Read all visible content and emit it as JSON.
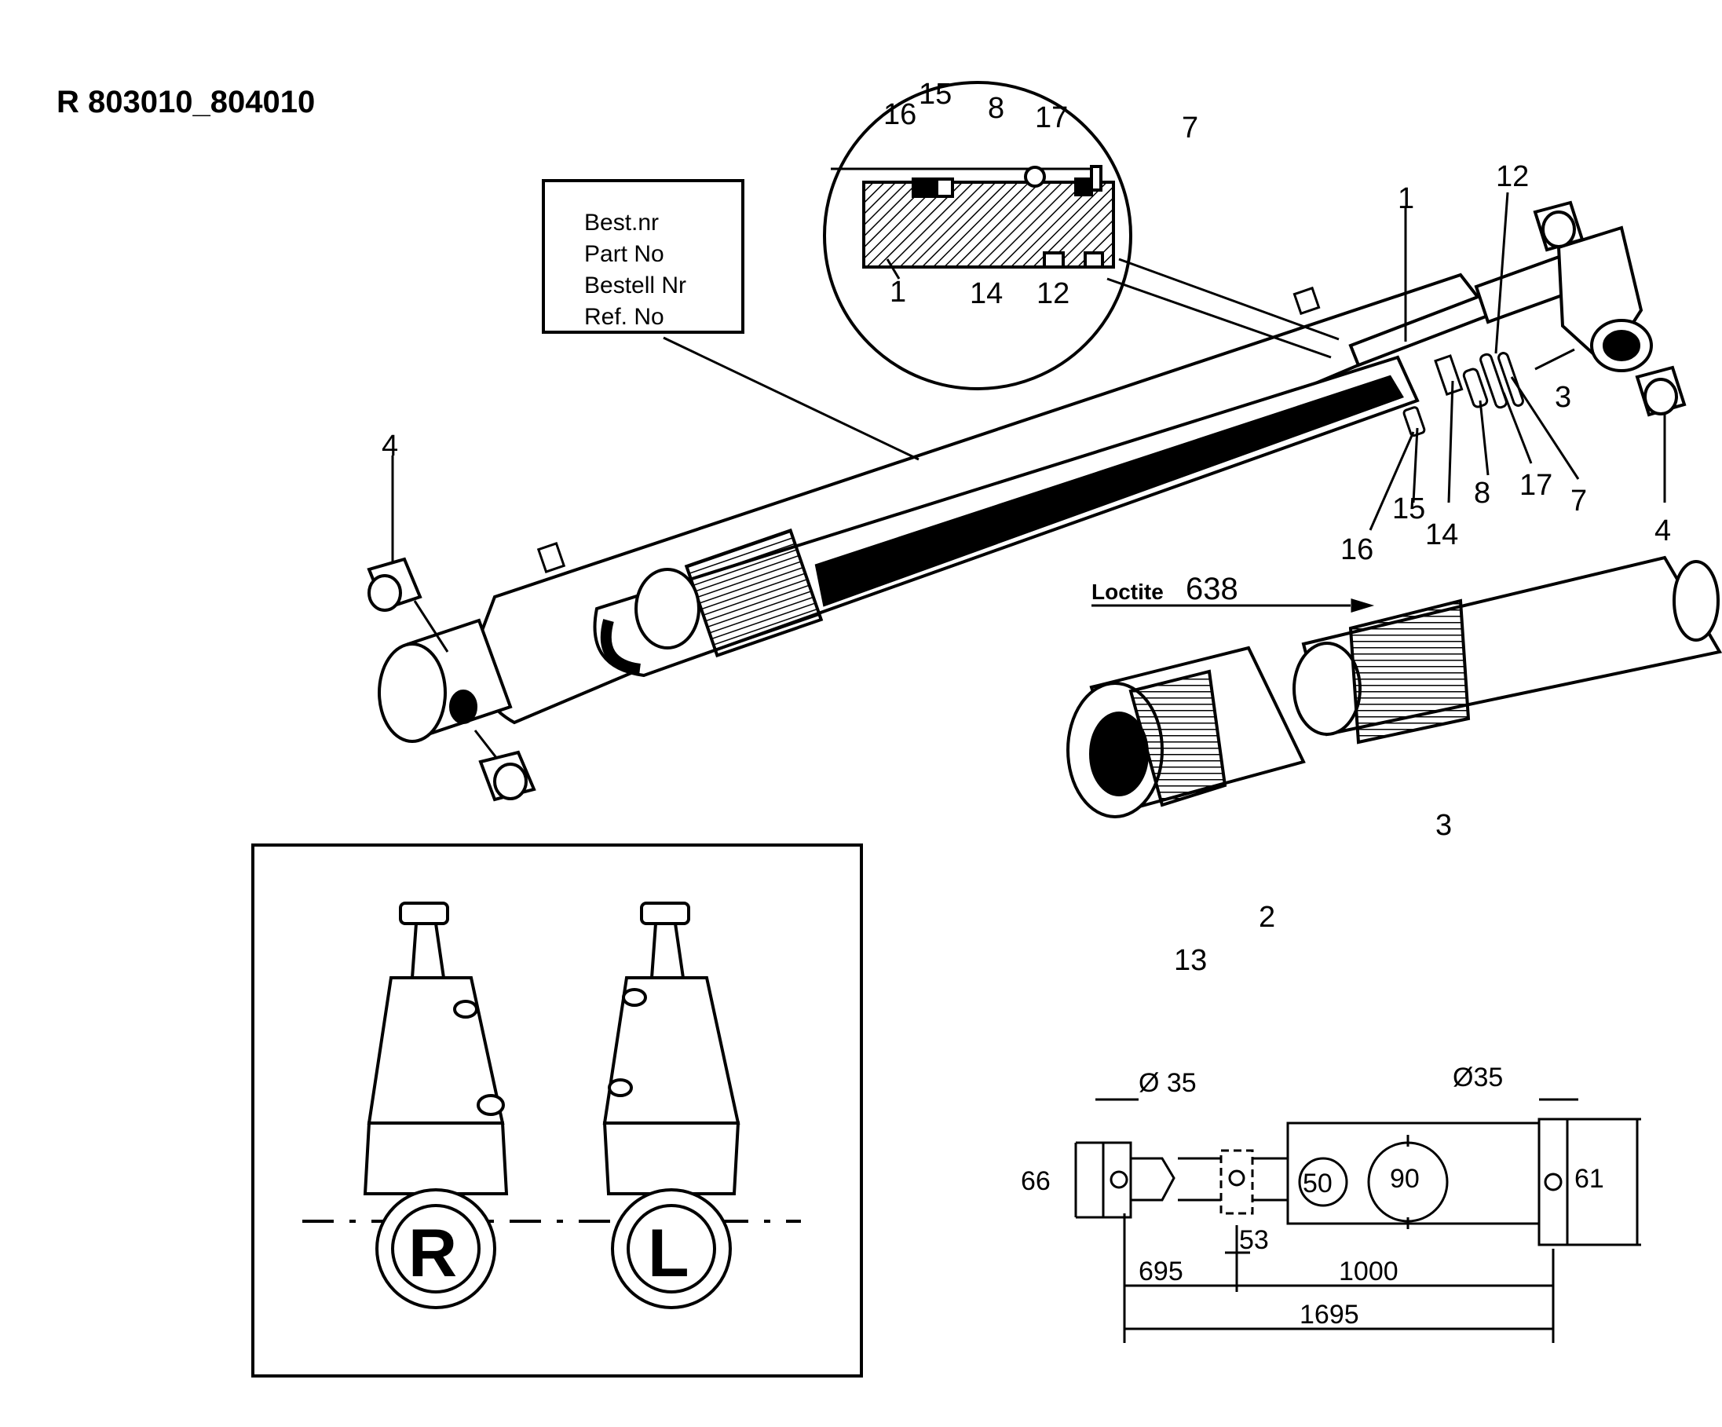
{
  "title": "R 803010_804010",
  "part_label_box": {
    "lines": [
      "Best.nr",
      "Part No",
      "Bestell Nr",
      "Ref. No"
    ]
  },
  "callouts": {
    "detail": [
      "16",
      "15",
      "8",
      "17",
      "7",
      "1",
      "14",
      "12"
    ],
    "main_left": "4",
    "main_right": [
      "1",
      "12",
      "3",
      "4",
      "7",
      "17",
      "8",
      "14",
      "15",
      "16"
    ],
    "piston": [
      "3",
      "2",
      "13"
    ]
  },
  "loctite": {
    "brand": "Loctite",
    "number": "638"
  },
  "orientation": {
    "right": "R",
    "left": "L"
  },
  "dimensions": {
    "dia_left": "Ø 35",
    "dia_right": "Ø35",
    "height_left": "66",
    "height_right": "61",
    "bore_small": "50",
    "bore_large": "90",
    "offset": "53",
    "length_a": "695",
    "length_b": "1000",
    "length_total": "1695"
  }
}
